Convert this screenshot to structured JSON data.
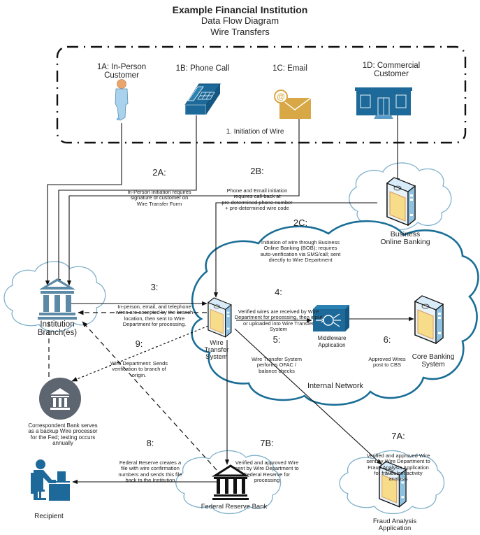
{
  "title": {
    "main": "Example Financial Institution",
    "subtitle": "Data Flow Diagram",
    "topic": "Wire Transfers"
  },
  "colors": {
    "brand_blue": "#1d6a9a",
    "cloud_outline": "#7fb1cc",
    "internal_network_outline": "#1a6e96",
    "email_gold": "#d9a846",
    "person_blue": "#a9d3ec",
    "skin": "#e9a56b",
    "server_face": "#f7dc8a",
    "correspondent_gray": "#5d6670",
    "institution_slate": "#5c8aa6"
  },
  "initiation": {
    "group_label": "1. Initiation of Wire",
    "sources": [
      {
        "id": "1A",
        "label": "1A: In-Person\nCustomer",
        "icon": "person-icon"
      },
      {
        "id": "1B",
        "label": "1B: Phone Call",
        "icon": "telephone-icon"
      },
      {
        "id": "1C",
        "label": "1C: Email",
        "icon": "email-icon"
      },
      {
        "id": "1D",
        "label": "1D: Commercial\nCustomer",
        "icon": "storefront-icon"
      }
    ]
  },
  "nodes": {
    "business_online_banking": "Business\nOnline Banking",
    "institution_branch": "Institution\nBranch(es)",
    "wire_transfer_system": "Wire\nTransfer\nSystem",
    "middleware": "Middleware\nApplication",
    "core_banking": "Core Banking\nSystem",
    "internal_network": "Internal Network",
    "correspondent_bank": "Correspondent Bank serves\nas a backup Wire processor\nfor the Fed; testing occurs\nannually",
    "federal_reserve": "Federal Reserve Bank",
    "fraud_analysis": "Fraud Analysis\nApplication",
    "recipient": "Recipient"
  },
  "steps": {
    "s2a": {
      "num": "2A:",
      "desc": "In-Person initiation requires\nsignature of customer on\nWire Transfer Form"
    },
    "s2b": {
      "num": "2B:",
      "desc": "Phone and Email initiation\nrequires call-back at\npre-determined phone number\n+ pre-determined wire code"
    },
    "s2c": {
      "num": "2C:",
      "desc": "Initiation of wire through Business\nOnline Banking (BOB); requires\nauto-verification via SMS/call; sent\ndirectly to Wire Department"
    },
    "s3": {
      "num": "3:",
      "desc": "In-person, email, and telephone\nwires are accepted by the branch\nlocation, then sent to Wire\nDepartment for processing."
    },
    "s4": {
      "num": "4:",
      "desc": "Verified wires are received by Wire\nDepartment for processing, then input\nor uploaded into Wire Transfer\nSystem"
    },
    "s5": {
      "num": "5:",
      "desc": "Wire Transfer System\nperforms OFAC /\nbalance checks"
    },
    "s6": {
      "num": "6:",
      "desc": "Approved Wires\npost to CBS"
    },
    "s7a": {
      "num": "7A:",
      "desc": "Verified and approved Wire\nsent by Wire Department to\nFraud Analysis Application\nfor fraudulent activity\nanalysis"
    },
    "s7b": {
      "num": "7B:",
      "desc": "Verified and approved Wire\nsent by Wire Department to\nFederal Reserve for\nprocessing"
    },
    "s8": {
      "num": "8:",
      "desc": "Federal Reserve creates a\nfile with wire confirmation\nnumbers and sends this file\nback to the Institution"
    },
    "s9": {
      "num": "9:",
      "desc": "Wire Department: Sends\nverification to branch of\norigin."
    }
  }
}
